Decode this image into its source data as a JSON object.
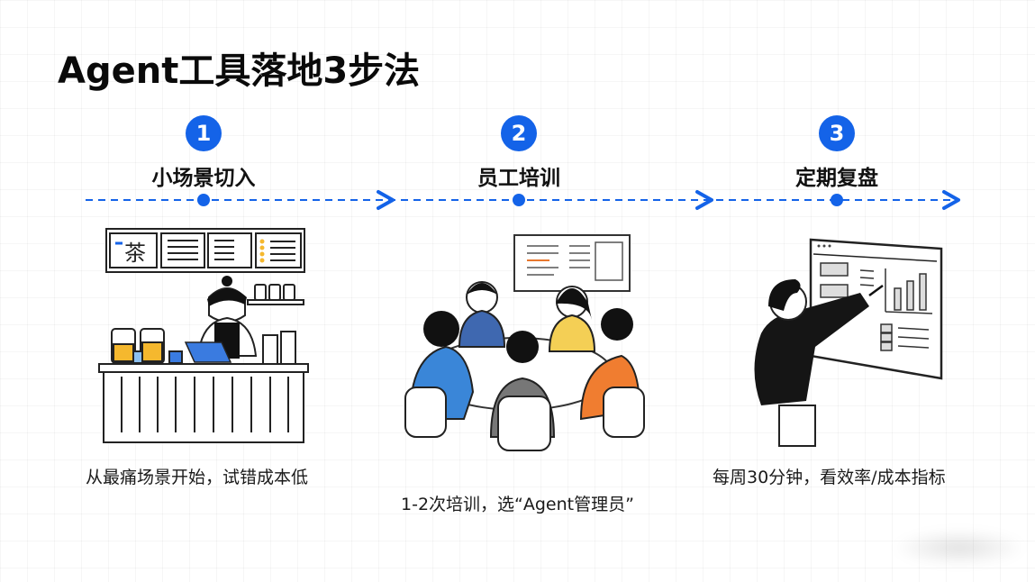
{
  "slide": {
    "title": "Agent工具落地3步法"
  },
  "theme": {
    "accent": "#1463e8",
    "text": "#111111",
    "background": "#ffffff"
  },
  "steps": [
    {
      "number": "1",
      "title": "小场景切入",
      "description": "从最痛场景开始，试错成本低",
      "illustration": "tea-shop-counter",
      "illustration_text": "茶"
    },
    {
      "number": "2",
      "title": "员工培训",
      "description": "1-2次培训，选“Agent管理员”",
      "illustration": "team-meeting-table"
    },
    {
      "number": "3",
      "title": "定期复盘",
      "description": "每周30分钟，看效率/成本指标",
      "illustration": "man-pointing-at-dashboard"
    }
  ],
  "timeline": {
    "style": "dashed-arrow",
    "icons": [
      "dot-icon",
      "arrow-right-icon"
    ]
  }
}
